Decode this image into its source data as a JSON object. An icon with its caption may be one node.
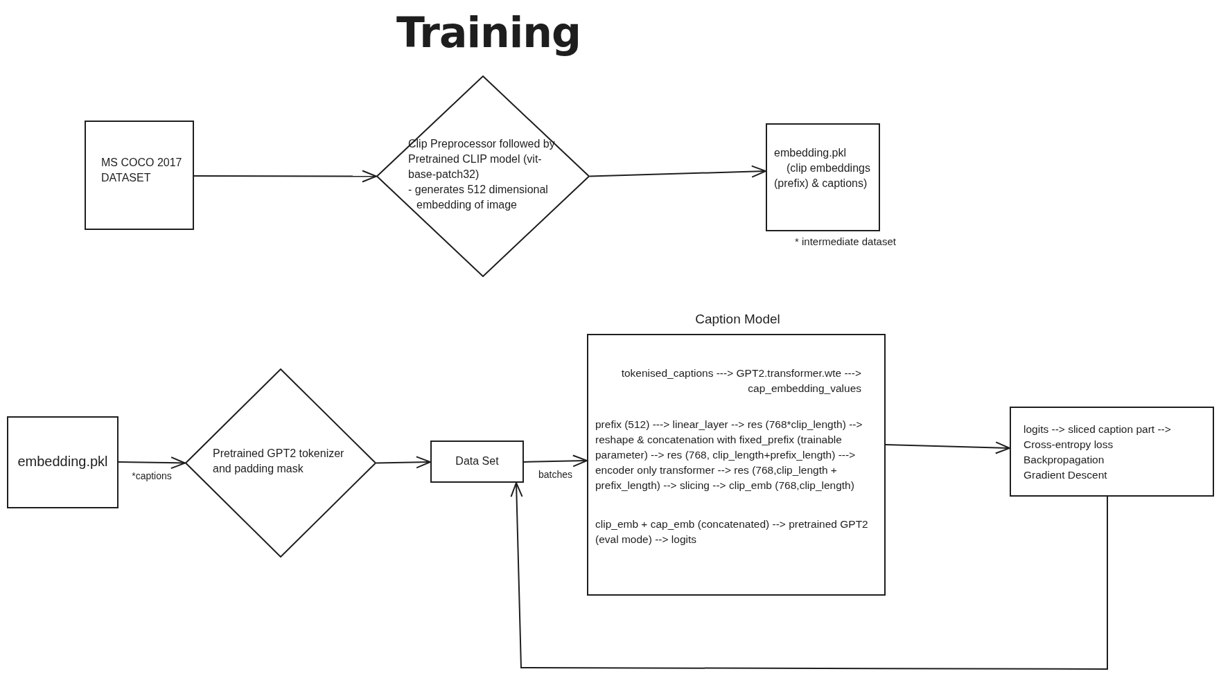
{
  "diagram": {
    "title": "Training",
    "nodes": [
      {
        "text": [
          "MS COCO 2017 DATASET"
        ]
      },
      {
        "text": [
          "Clip Preprocessor followed by Pretrained CLIP model (vit-base-patch32)",
          "- generates 512 dimensional embedding of image"
        ]
      },
      {
        "text": [
          "embedding.pkl",
          "(clip embeddings (prefix) & captions)"
        ],
        "beside": [
          "* intermediate dataset"
        ]
      },
      {
        "text": [
          "embedding.pkl"
        ]
      },
      {
        "text": [
          "Pretrained GPT2 tokenizer and padding mask"
        ]
      },
      {
        "text": [
          "Data Set"
        ]
      },
      {
        "text": [
          "Caption Model",
          "tokenised_captions ---> GPT2.transformer.wte ---> cap_embedding_values",
          "prefix (512) ---> linear_layer --> res (768*clip_length) --> reshape & concatenation with fixed_prefix (trainable parameter) --> res (768, clip_length+prefix_length) ---> encoder only transformer --> res (768,clip_length + prefix_length) --> slicing --> clip_emb (768,clip_length)",
          "clip_emb + cap_emb (concatenated) --> pretrained GPT2 (eval mode) --> logits"
        ]
      },
      {
        "text": [
          "logits --> sliced caption part --> Cross-entropy loss",
          "Backpropagation",
          "Gradient Descent"
        ]
      }
    ],
    "edges": [
      {
        "from": 0,
        "to": 1,
        "arrow": "to"
      },
      {
        "from": 1,
        "to": 2,
        "arrow": "to"
      },
      {
        "from": 3,
        "to": 4,
        "arrow": "to",
        "label": "*captions"
      },
      {
        "from": 4,
        "to": 5,
        "arrow": "to"
      },
      {
        "from": 5,
        "to": 6,
        "arrow": "to",
        "label": "batches"
      },
      {
        "from": 6,
        "to": 7,
        "arrow": "to"
      },
      {
        "from": 7,
        "to": 5,
        "arrow": "to"
      }
    ]
  }
}
